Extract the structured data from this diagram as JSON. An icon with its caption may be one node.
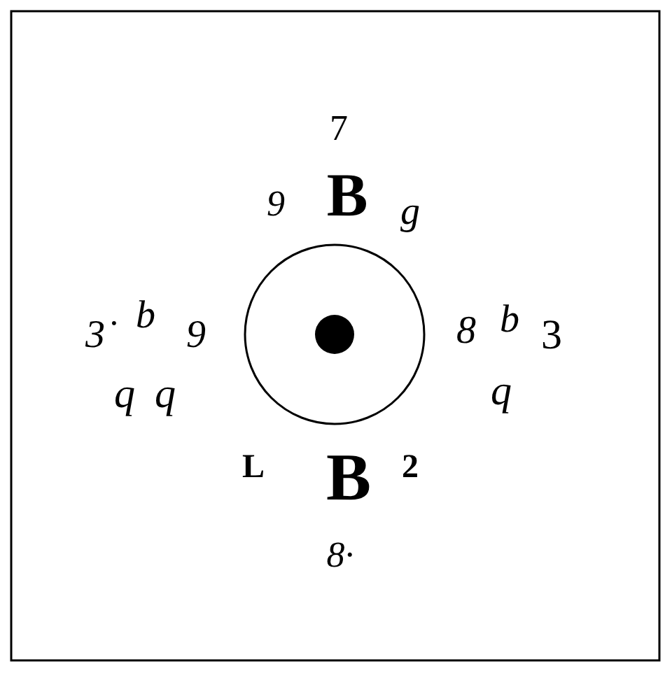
{
  "diagram": {
    "labels": [
      "7",
      "9",
      "B",
      "g",
      "3̇",
      "b",
      "9",
      "8",
      "b",
      "3",
      "q",
      "q",
      "q",
      "L",
      "B",
      "2",
      "8·"
    ]
  }
}
